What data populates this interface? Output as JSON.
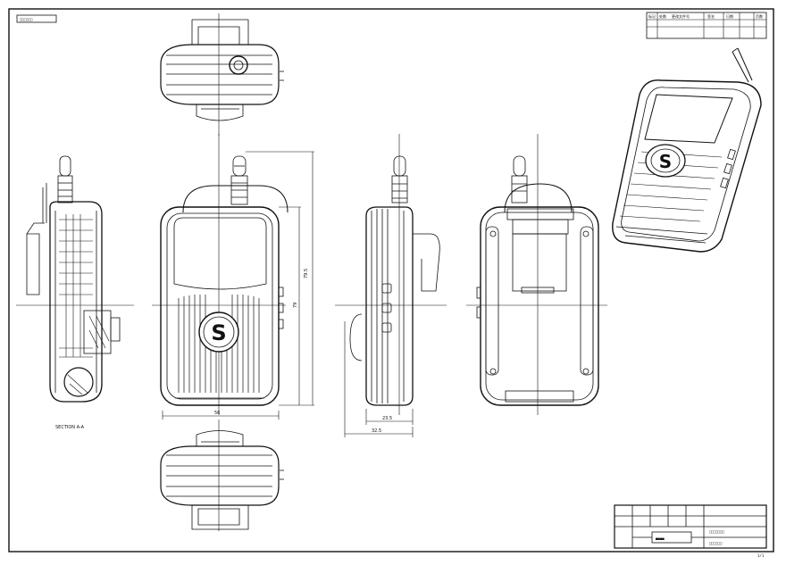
{
  "sheet": {
    "stamp_label": "□□□□□□",
    "section_label": "SECTION A-A",
    "page_number": "1/1"
  },
  "dimensions": {
    "height_vertical": "79.5",
    "height_front": "79",
    "width_front": "56",
    "side_depth_inner": "23.5",
    "side_depth_outer": "32.5"
  },
  "revision_block": {
    "headers": [
      "标记",
      "处数",
      "更改文件号",
      "签名",
      "日期",
      "页数"
    ]
  },
  "title_block": {
    "company": "■■■■",
    "drawing_title": "□□□□□□□",
    "drawing_number": "□□□□□□"
  },
  "colors": {
    "line": "#111111",
    "paper": "#ffffff"
  },
  "icons": {
    "logo_mark": "S-coin-badge"
  }
}
